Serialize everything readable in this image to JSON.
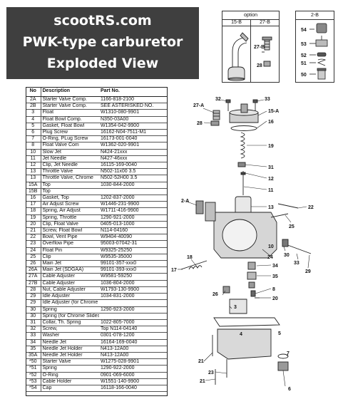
{
  "title": {
    "line1": "scootRS.com",
    "line2": "PWK-type carburetor",
    "line3": "Exploded View"
  },
  "option_box": {
    "header": "option",
    "col1": "15-B",
    "col2": "27-B",
    "labels": [
      "27-B",
      "28"
    ]
  },
  "box_2b": {
    "header": "2-B",
    "labels": [
      "54",
      "53",
      "52",
      "51",
      "50"
    ]
  },
  "table": {
    "headers": [
      "No",
      "Description",
      "Part No."
    ],
    "rows": [
      [
        "2A",
        "Starter Valve Comp.",
        "1166-818-2100"
      ],
      [
        "2B",
        "Starter Valve Comp.",
        "SEE ASTERISKED NO."
      ],
      [
        "3",
        "Float",
        "W1310-080-9901"
      ],
      [
        "4",
        "Float Bowl Comp.",
        "N350-03A00"
      ],
      [
        "5",
        "Gasket, Float  Bowl",
        "W1354-042-9900"
      ],
      [
        "6",
        "Plug Screw",
        "16162-N04-7511-M1"
      ],
      [
        "7",
        "O-Ring, PLug Screw",
        "16173-001-0040"
      ],
      [
        "8",
        "Float Valve Com",
        "W1362-020-9901"
      ],
      [
        "10",
        "Slow Jet",
        "N424-21xxx"
      ],
      [
        "11",
        "Jet Needle",
        "N427-46xxx"
      ],
      [
        "12",
        "Clip, Jet Needle",
        "16115-169-0040"
      ],
      [
        "13",
        "Throttle Valve",
        "N502-11x00  3.5"
      ],
      [
        "13",
        "Throttle Valve, Chrome",
        "N502-52H00 3.5"
      ],
      [
        "15A",
        "Top",
        "1030-844-2000"
      ],
      [
        "15B",
        "Top",
        ""
      ],
      [
        "16",
        "Gasket, Top",
        "1202-837-2000"
      ],
      [
        "17",
        "Air Adjust Screw",
        "W1446-231-9900"
      ],
      [
        "18",
        "Spring, Air Adjust",
        "W1711-416-9900"
      ],
      [
        "19",
        "Spring, Throttle",
        "1290-921-2000"
      ],
      [
        "20",
        "Clip, Float Valve",
        "0405-013-1000"
      ],
      [
        "21",
        "Screw, Float Bowl",
        "N114-04160"
      ],
      [
        "22",
        "Bowl, Vent Pipe",
        "W9404-40090"
      ],
      [
        "23",
        "Overflow Pipe",
        "95003-07042-31"
      ],
      [
        "24",
        "Float Pin",
        "W9325-25250"
      ],
      [
        "25",
        "Clip",
        "W9535-35000"
      ],
      [
        "26",
        "Main Jet",
        "99101-357-xxx0"
      ],
      [
        "26A",
        "Main Jet (SDGAA)",
        "99101-393-xxx0"
      ],
      [
        "27A",
        "Cable Adjuster",
        "W9581-59250"
      ],
      [
        "27B",
        "Cable Adjuster",
        "1036-804-2000"
      ],
      [
        "28",
        "Nut, Cable Adjuster",
        "W1793-130-9900"
      ],
      [
        "29",
        "Idle Adjuster",
        "1034-831-2000"
      ],
      [
        "29",
        "Idle Adjuster (for Chrome Slides)",
        ""
      ],
      [
        "30",
        "Spring",
        "1290-923-2000"
      ],
      [
        "30",
        "Spring (for Chrome Slides)",
        ""
      ],
      [
        "31",
        "Collar, Th. Spring",
        "1022-805-7000"
      ],
      [
        "32",
        "Screw,",
        "Top N114-04140"
      ],
      [
        "33",
        "Washer",
        "0301-078-1200"
      ],
      [
        "34",
        "Needle Jet",
        "16164-169-0040"
      ],
      [
        "35",
        "Needle Jet Holder",
        "N413-12A00"
      ],
      [
        "35A",
        "Needle Jet Holder",
        "N413-12A00"
      ],
      [
        "*50",
        "Starter Valve",
        "W1275-028-9901"
      ],
      [
        "*51",
        "Spring",
        "1290-922-2000"
      ],
      [
        "*52",
        "O-Ring",
        "0901-069-6000"
      ],
      [
        "*53",
        "Cable Holder",
        "W1551-140-9900"
      ],
      [
        "*54",
        "Cap",
        "16118-166-0040"
      ]
    ]
  },
  "callouts": {
    "c32": "32",
    "c33": "33",
    "c27a": "27-A",
    "c15a": "15-A",
    "c28": "28",
    "c16": "16",
    "c19": "19",
    "c31": "31",
    "c12": "12",
    "c11": "11",
    "c2a": "2-A",
    "c13": "13",
    "c22": "22",
    "c25": "25",
    "c18": "18",
    "c17": "17",
    "c24": "24",
    "c10": "10",
    "c34": "34",
    "c35": "35",
    "c8": "8",
    "c20": "20",
    "c26": "26",
    "c30": "30",
    "c33b": "33",
    "c29": "29",
    "c3": "3",
    "c4": "4",
    "c7": "7",
    "c21a": "21",
    "c21b": "21",
    "c23": "23",
    "c6": "6",
    "c5": "5"
  }
}
